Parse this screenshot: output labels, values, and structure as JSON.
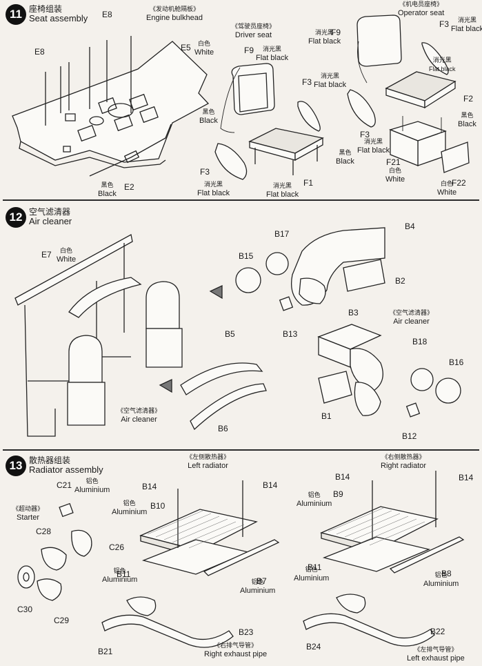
{
  "steps": [
    {
      "number": "11",
      "title_cn": "座椅组装",
      "title_en": "Seat assembly",
      "assemblies": [
        {
          "cn": "《发动机舱隔板》",
          "en": "Engine bulkhead"
        },
        {
          "cn": "《驾驶员座椅》",
          "en": "Driver seat"
        },
        {
          "cn": "《机电员座椅》",
          "en": "Operator seat"
        }
      ],
      "parts": {
        "e8_top": "E8",
        "e8_left": "E8",
        "e5": "E5",
        "e2": "E2",
        "f9_driver": "F9",
        "f3_driver_right": "F3",
        "f3_driver_left": "F3",
        "f1": "F1",
        "f9_op": "F9",
        "f3_op_right": "F3",
        "f3_op_left": "F3",
        "f2": "F2",
        "f21": "F21",
        "f22": "F22"
      },
      "colors": {
        "white": {
          "cn": "白色",
          "en": "White"
        },
        "black": {
          "cn": "黑色",
          "en": "Black"
        },
        "flat_black": {
          "cn": "消光黑",
          "en": "Flat black"
        }
      }
    },
    {
      "number": "12",
      "title_cn": "空气滤清器",
      "title_en": "Air cleaner",
      "assemblies": [
        {
          "cn": "《空气滤清器》",
          "en": "Air cleaner"
        },
        {
          "cn": "《空气滤清器》",
          "en": "Air cleaner"
        }
      ],
      "parts": {
        "e7": "E7",
        "b5": "B5",
        "b6": "B6",
        "b15": "B15",
        "b17": "B17",
        "b4": "B4",
        "b2": "B2",
        "b13": "B13",
        "b3": "B3",
        "b18": "B18",
        "b16": "B16",
        "b1": "B1",
        "b12": "B12"
      },
      "colors": {
        "white": {
          "cn": "白色",
          "en": "White"
        }
      }
    },
    {
      "number": "13",
      "title_cn": "散热器组装",
      "title_en": "Radiator assembly",
      "assemblies": [
        {
          "cn": "《超动器》",
          "en": "Starter"
        },
        {
          "cn": "《左侧散热器》",
          "en": "Left radiator"
        },
        {
          "cn": "《右侧散热器》",
          "en": "Right radiator"
        },
        {
          "cn": "《右排气导管》",
          "en": "Right exhaust pipe"
        },
        {
          "cn": "《左排气导管》",
          "en": "Left exhaust pipe"
        }
      ],
      "parts": {
        "c21": "C21",
        "c28": "C28",
        "c26": "C26",
        "c30": "C30",
        "c29": "C29",
        "b14_l1": "B14",
        "b14_l2": "B14",
        "b10": "B10",
        "b11_l": "B11",
        "b7": "B7",
        "b14_r1": "B14",
        "b14_r2": "B14",
        "b9": "B9",
        "b11_r": "B11",
        "b8": "B8",
        "b21": "B21",
        "b23": "B23",
        "b24": "B24",
        "b22": "B22"
      },
      "colors": {
        "aluminium": {
          "cn": "铝色",
          "en": "Aluminium"
        }
      }
    }
  ]
}
